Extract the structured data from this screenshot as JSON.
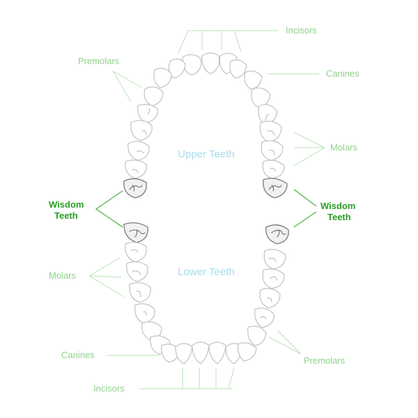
{
  "regions": {
    "upper": "Upper Teeth",
    "lower": "Lower Teeth"
  },
  "labels": {
    "incisors_top": "Incisors",
    "canines_top": "Canines",
    "premolars_top": "Premolars",
    "molars_right": "Molars",
    "wisdom_left_line1": "Wisdom",
    "wisdom_left_line2": "Teeth",
    "wisdom_right_line1": "Wisdom",
    "wisdom_right_line2": "Teeth",
    "molars_left": "Molars",
    "canines_bottom": "Canines",
    "premolars_bottom": "Premolars",
    "incisors_bottom": "Incisors"
  },
  "colors": {
    "label_light": "#8fd28a",
    "label_dark": "#2a9d24",
    "region_text": "#a6dcec"
  }
}
